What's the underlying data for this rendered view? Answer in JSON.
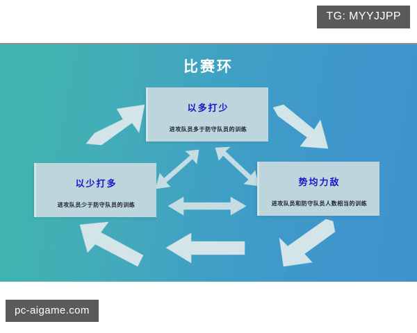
{
  "overlays": {
    "telegram_badge": "TG: MYYJJPP",
    "site_badge": "pc-aigame.com"
  },
  "diagram": {
    "title": "比赛环",
    "background_gradient_from": "#3fb5ad",
    "background_gradient_to": "#3f93cd",
    "node_fill": "#bdd6dd",
    "node_title_color": "#1515c8",
    "arrow_color": "#d2e6ea",
    "nodes": [
      {
        "id": "top",
        "title": "以多打少",
        "description": "进攻队员多于防守队员的训练"
      },
      {
        "id": "right",
        "title": "势均力敌",
        "description": "进攻队员和防守队员人数相当的训练"
      },
      {
        "id": "left",
        "title": "以少打多",
        "description": "进攻队员少于防守队员的训练"
      }
    ],
    "arrows": [
      {
        "id": "top-left",
        "direction": "northeast",
        "style": "single"
      },
      {
        "id": "top-right",
        "direction": "southeast",
        "style": "single"
      },
      {
        "id": "bottom-right",
        "direction": "southwest",
        "style": "single"
      },
      {
        "id": "bottom-center",
        "direction": "west",
        "style": "single"
      },
      {
        "id": "bottom-left",
        "direction": "northwest",
        "style": "single"
      },
      {
        "id": "center",
        "direction": "east-west",
        "style": "double"
      },
      {
        "id": "inner-left",
        "direction": "northeast-southwest",
        "style": "double"
      },
      {
        "id": "inner-right",
        "direction": "northwest-southeast",
        "style": "double"
      }
    ]
  }
}
